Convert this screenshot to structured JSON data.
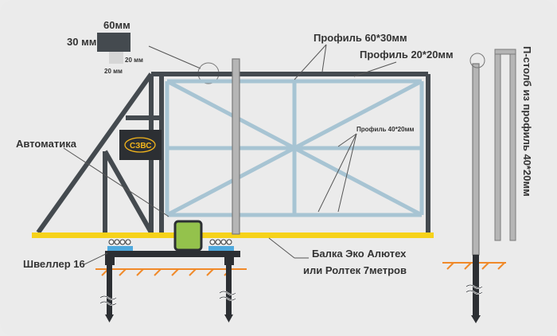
{
  "labels": {
    "profile_60x30": "Профиль 60*30мм",
    "profile_20x20": "Профиль 20*20мм",
    "profile_40x20": "Профиль 40*20мм",
    "automation": "Автоматика",
    "channel": "Швеллер 16",
    "beam_line1": "Балка Эко Алютех",
    "beam_line2": "или Ролтек 7метров",
    "post": "П-столб из профиль 40*20мм",
    "brand": "СЗВС"
  },
  "profile_section": {
    "top": "60мм",
    "left": "30 мм",
    "inner_right": "20 мм",
    "inner_bottom": "20 мм"
  },
  "colors": {
    "frame": "#444a4f",
    "bracing": "#a7c4d3",
    "rail": "#f6d21a",
    "ground": "#f08a2a",
    "motor": "#94c24c",
    "rollers": "#4fa9dd",
    "brand_box": "#2c2f33",
    "brand_text": "#f3b51c"
  }
}
